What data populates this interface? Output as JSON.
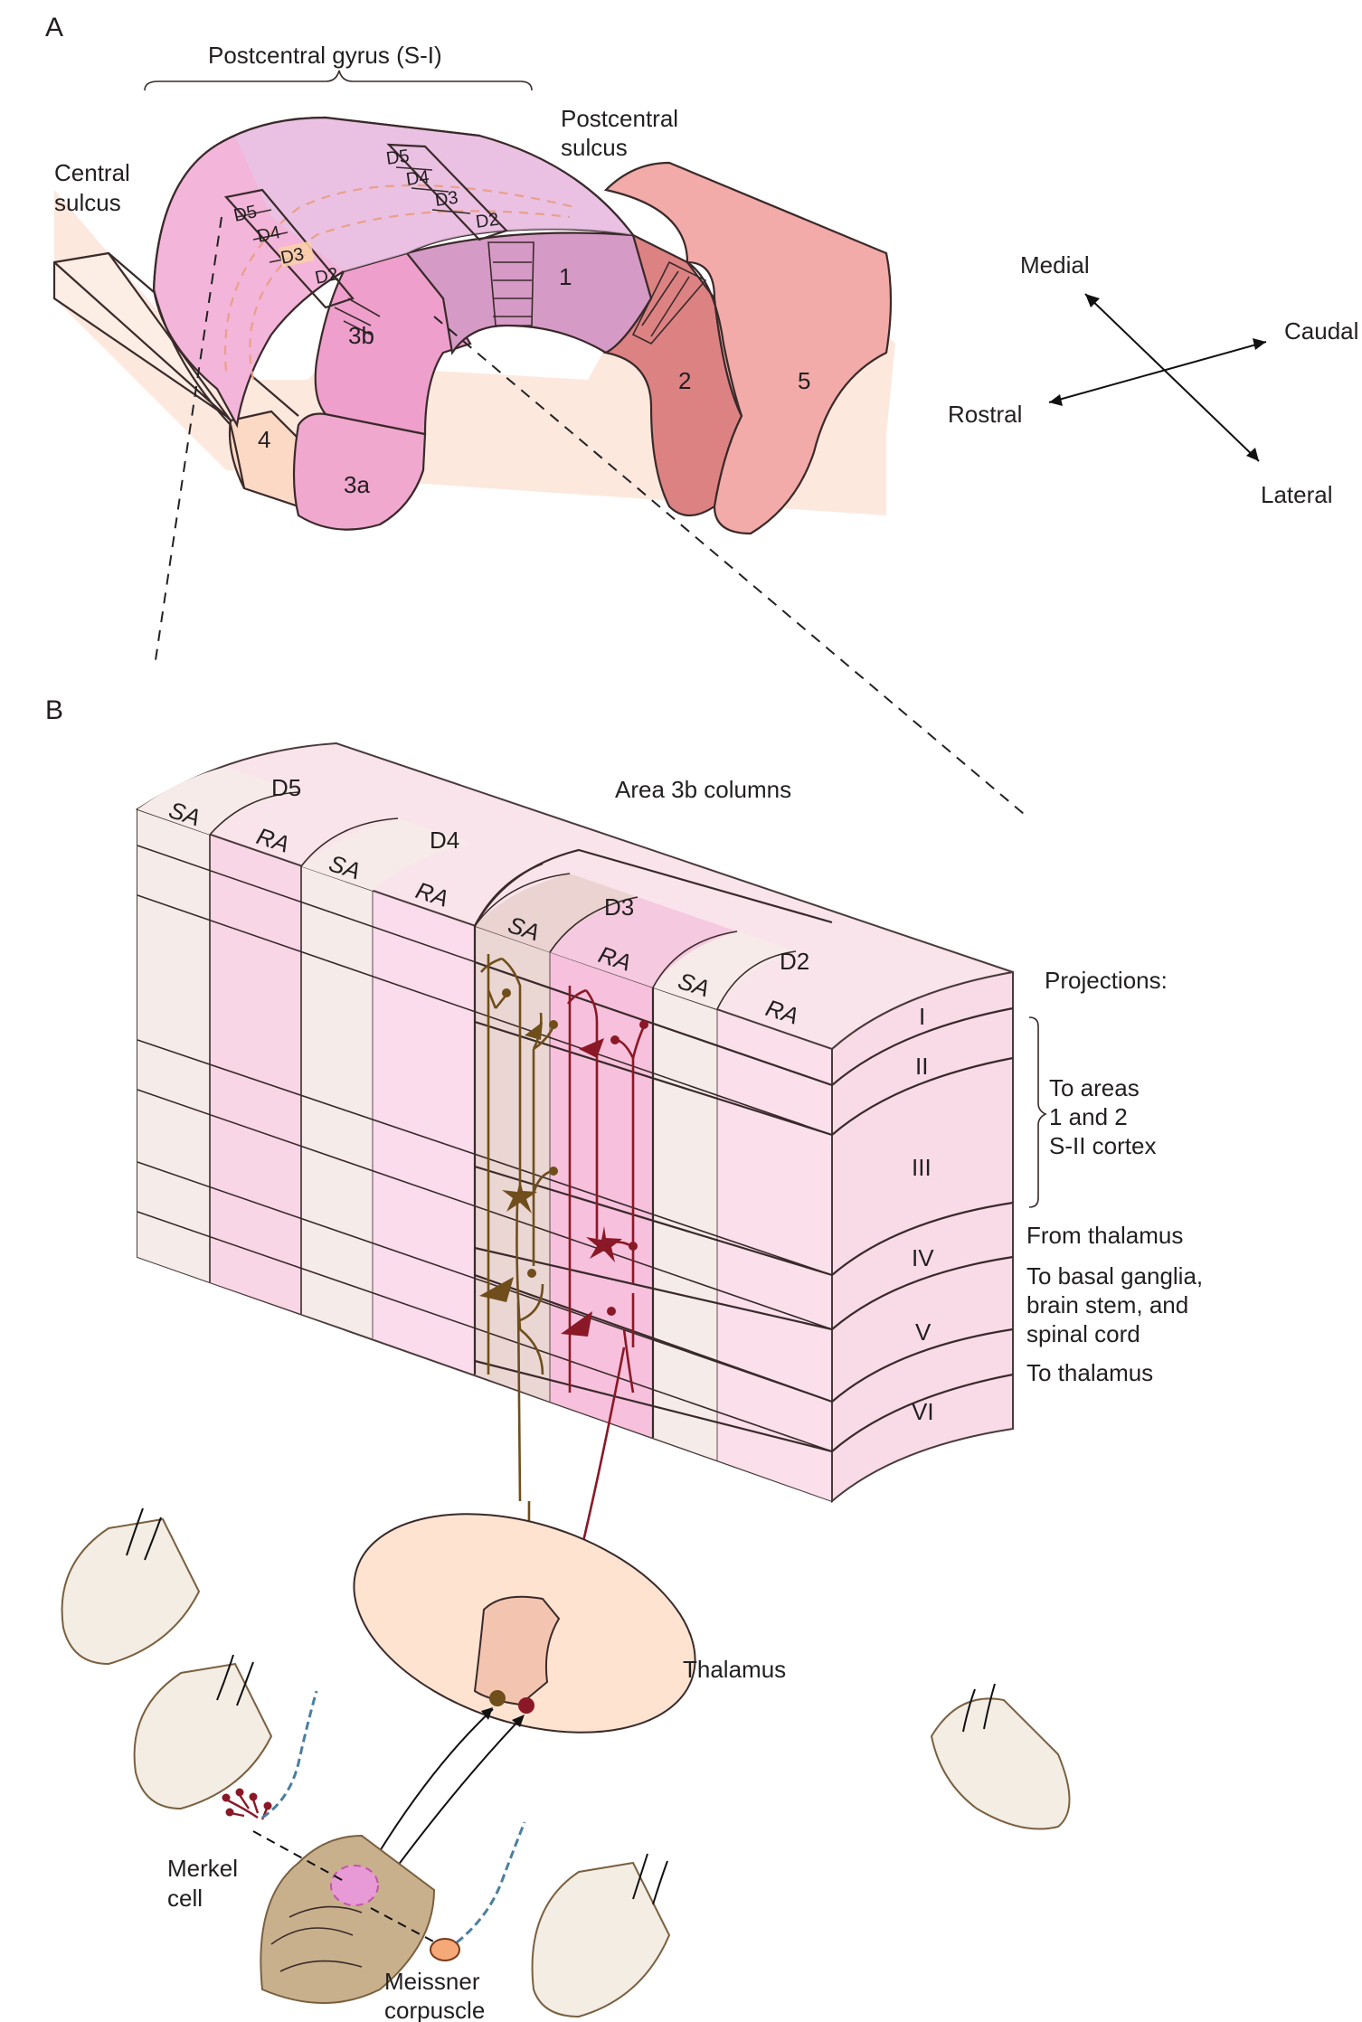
{
  "panel_a": {
    "letter": "A",
    "gyrus_label": "Postcentral gyrus (S-I)",
    "central_sulcus": [
      "Central",
      "sulcus"
    ],
    "postcentral_sulcus": [
      "Postcentral",
      "sulcus"
    ],
    "areas": {
      "a1": "1",
      "a2": "2",
      "a3a": "3a",
      "a3b": "3b",
      "a4": "4",
      "a5": "5"
    },
    "digits_3b": [
      "D5",
      "D4",
      "D3",
      "D2"
    ],
    "digits_1": [
      "D5",
      "D4",
      "D3",
      "D2"
    ],
    "orientation": {
      "medial": "Medial",
      "caudal": "Caudal",
      "rostral": "Rostral",
      "lateral": "Lateral"
    },
    "colors": {
      "area3b": "#ee9fcc",
      "area3a": "#f1a8cf",
      "area1": "#d69ac6",
      "area2": "#dd8283",
      "area5": "#f2aba8",
      "area4": "#fbd9c4",
      "surround": "#fde8de"
    }
  },
  "panel_b": {
    "letter": "B",
    "title": "Area 3b columns",
    "columns": [
      {
        "digit": "D5",
        "sa": "SA",
        "ra": "RA"
      },
      {
        "digit": "D4",
        "sa": "SA",
        "ra": "RA"
      },
      {
        "digit": "D3",
        "sa": "SA",
        "ra": "RA"
      },
      {
        "digit": "D2",
        "sa": "SA",
        "ra": "RA"
      }
    ],
    "layers": [
      "I",
      "II",
      "III",
      "IV",
      "V",
      "VI"
    ],
    "projections_heading": "Projections:",
    "proj_areas": [
      "To areas",
      "1 and 2",
      "S-II cortex"
    ],
    "proj_from_thalamus": "From thalamus",
    "proj_basal": [
      "To basal ganglia,",
      "brain stem, and",
      "spinal cord"
    ],
    "proj_to_thalamus": "To thalamus",
    "thalamus": "Thalamus",
    "merkel": [
      "Merkel",
      "cell"
    ],
    "meissner": [
      "Meissner",
      "corpuscle"
    ],
    "colors": {
      "sa_axon": "#6f4e1c",
      "ra_axon": "#8a1826",
      "sa_column": "#f5ece9",
      "ra_column": "#f9d6e6",
      "thalamus": "#fde3d0"
    }
  }
}
